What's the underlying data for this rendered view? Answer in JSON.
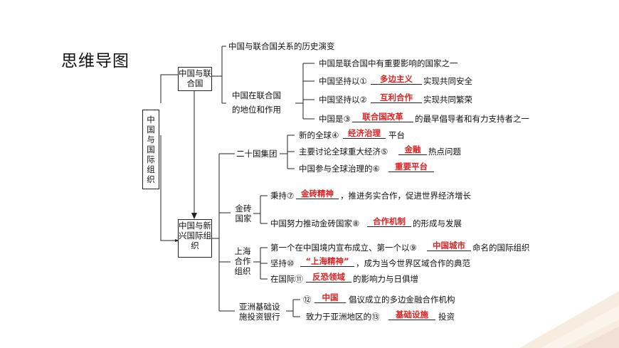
{
  "page_title": "思维导图",
  "root": "中国与国际组织",
  "un": {
    "label": "中国与联合国",
    "history": "中国与联合国关系的历史演变",
    "status_label": "中国在联合国的地位和作用",
    "status_label_l1": "中国在联合国",
    "status_label_l2": "的地位和作用",
    "items": [
      {
        "pre": "中国是联合国中有重要影响的国家之一",
        "ans": "",
        "post": ""
      },
      {
        "pre": "中国坚持以①",
        "ans": "多边主义",
        "post": "实现共同安全"
      },
      {
        "pre": "中国坚持以②",
        "ans": "互利合作",
        "post": "实现共同繁荣"
      },
      {
        "pre": "中国是③",
        "ans": "联合国改革",
        "post": "的最早倡导者和有力支持者之一"
      }
    ]
  },
  "emerging": {
    "label": "中国与新兴国际组织",
    "g20": {
      "label": "二十国集团",
      "items": [
        {
          "pre": "新的全球④",
          "ans": "经济治理",
          "post": "平台"
        },
        {
          "pre": "主要讨论全球重大经济⑤",
          "ans": "金融",
          "post": "热点问题"
        },
        {
          "pre": "中国参与全球治理的⑥",
          "ans": "重要平台",
          "post": ""
        }
      ]
    },
    "brics": {
      "label": "金砖国家",
      "items": [
        {
          "pre": "秉持⑦",
          "ans": "金砖精神",
          "post": "，推进务实合作，促进世界经济增长"
        },
        {
          "pre": "中国努力推动金砖国家⑧",
          "ans": "合作机制",
          "post": "的形成与发展"
        }
      ]
    },
    "sco": {
      "label": "上海合作组织",
      "items": [
        {
          "pre": "第一个在中国境内宣布成立、第一个以⑨",
          "ans": "中国城市",
          "post": "命名的国际组织"
        },
        {
          "pre": "坚持⑩",
          "ans": "“上海精神”",
          "post": "，成为当今世界区域合作的典范"
        },
        {
          "pre": "在国际⑪",
          "ans": "反恐领域",
          "post": "的影响力与日俱增"
        }
      ]
    },
    "aiib": {
      "label": "亚洲基础设施投资银行",
      "label_l1": "亚洲基础设",
      "label_l2": "施投资银行",
      "items": [
        {
          "pre": "⑫",
          "ans": "中国",
          "post": "倡议成立的多边金融合作机构"
        },
        {
          "pre": "致力于亚洲地区的⑬",
          "ans": "基础设施",
          "post": "投资"
        }
      ]
    }
  },
  "colors": {
    "answer": "#e02020",
    "line": "#222222",
    "text": "#111111"
  }
}
